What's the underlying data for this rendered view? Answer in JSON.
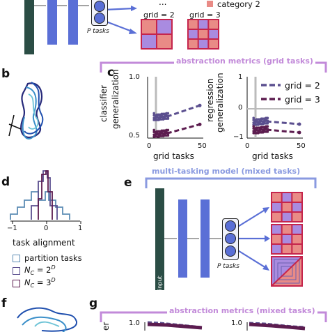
{
  "colors": {
    "dark_teal": "#2b4d45",
    "layer_blue": "#5a6fd6",
    "arrow_blue": "#5a6fd6",
    "grid_pink": "#e98b86",
    "grid_violet": "#a98be0",
    "grid_border": "#c5254c",
    "bracket_violet": "#c28ad9",
    "bracket_blue": "#8a9ae0",
    "grid2": "#5b4f8f",
    "grid3": "#5c1c4f",
    "partition": "#5d8db5"
  },
  "panel_a": {
    "ellipsis": "...",
    "legend_category2": "category 2",
    "p_tasks": "P tasks",
    "grid2_label": "grid = 2",
    "grid3_label": "grid = 3"
  },
  "panel_b": {
    "letter": "b"
  },
  "panel_c": {
    "letter": "c",
    "bracket_title": "abstraction metrics (grid tasks)",
    "left_ylabel_1": "classifier",
    "left_ylabel_2": "generalization",
    "right_ylabel_1": "regression",
    "right_ylabel_2": "generalization",
    "xlabel_left": "grid tasks",
    "xlabel_right": "grid tasks",
    "left_yticks": [
      "1.0",
      "0.5"
    ],
    "left_xticks": [
      "0",
      "50"
    ],
    "right_yticks": [
      "1",
      "0",
      "−1"
    ],
    "right_xticks": [
      "0",
      "50"
    ],
    "legend": [
      "grid = 2",
      "grid = 3"
    ]
  },
  "panel_d": {
    "letter": "d",
    "xticks": [
      "−1",
      "0",
      "1"
    ],
    "xlabel": "task alignment",
    "legend": [
      "partition tasks",
      "N_C = 2^D",
      "N_C = 3^D"
    ],
    "legend_base": [
      "N",
      "N"
    ],
    "legend_sub": [
      "C",
      "C"
    ],
    "legend_mid": [
      " = 2",
      " = 3"
    ],
    "legend_sup": [
      "D",
      "D"
    ]
  },
  "panel_e": {
    "letter": "e",
    "bracket_title": "multi-tasking model (mixed tasks)",
    "input_label": "input",
    "p_tasks": "P tasks"
  },
  "panel_f": {
    "letter": "f"
  },
  "panel_g": {
    "letter": "g",
    "bracket_title": "abstraction metrics (mixed tasks)",
    "left_ylabel": "er",
    "ytick_left": "1.0",
    "ytick_right": "1.0"
  },
  "chart_data": [
    {
      "type": "line",
      "panel": "c-left",
      "xlabel": "grid tasks",
      "ylabel": "classifier generalization",
      "xlim": [
        0,
        50
      ],
      "ylim": [
        0.5,
        1.0
      ],
      "x": [
        2,
        50
      ],
      "series": [
        {
          "name": "grid = 2",
          "values": [
            0.68,
            0.78
          ]
        },
        {
          "name": "grid = 3",
          "values": [
            0.53,
            0.61
          ]
        }
      ]
    },
    {
      "type": "line",
      "panel": "c-right",
      "xlabel": "grid tasks",
      "ylabel": "regression generalization",
      "xlim": [
        0,
        50
      ],
      "ylim": [
        -1,
        1
      ],
      "x": [
        2,
        50
      ],
      "series": [
        {
          "name": "grid = 2",
          "values": [
            -0.45,
            -0.55
          ]
        },
        {
          "name": "grid = 3",
          "values": [
            -0.75,
            -0.85
          ]
        }
      ],
      "legend": "top-right"
    }
  ]
}
